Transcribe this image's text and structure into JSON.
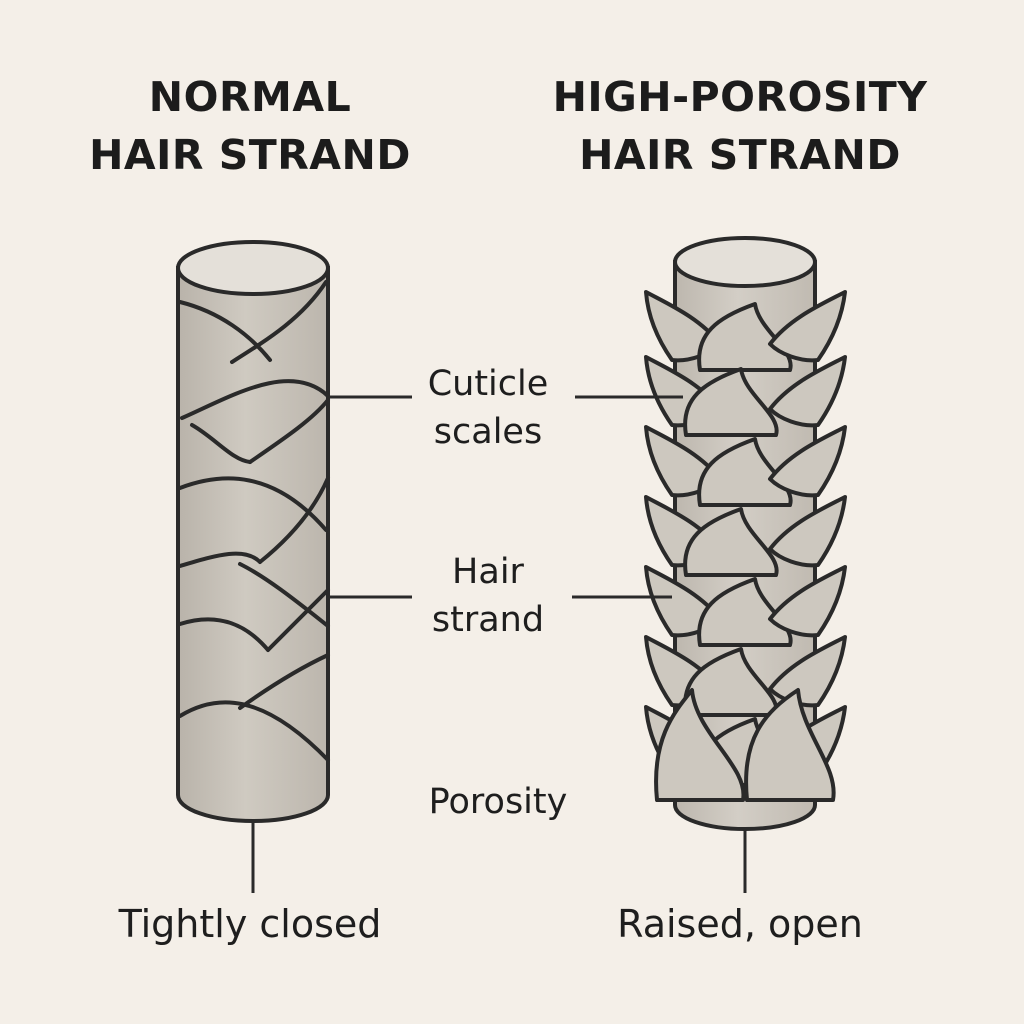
{
  "titles": {
    "left": [
      "NORMAL",
      "HAIR STRAND"
    ],
    "right": [
      "HIGH-POROSITY",
      "HAIR STRAND"
    ]
  },
  "labels": {
    "cuticle": [
      "Cuticle",
      "scales"
    ],
    "hair": [
      "Hair",
      "strand"
    ],
    "porosity": "Porosity",
    "tightly_closed": "Tightly closed",
    "raised_open": "Raised, open"
  },
  "colors": {
    "background": "#f4efe8",
    "strand_fill": "#c9c3ba",
    "strand_top": "#e4e0d9",
    "scale_fill": "#cdc8bf",
    "outline": "#2a2a2a"
  }
}
